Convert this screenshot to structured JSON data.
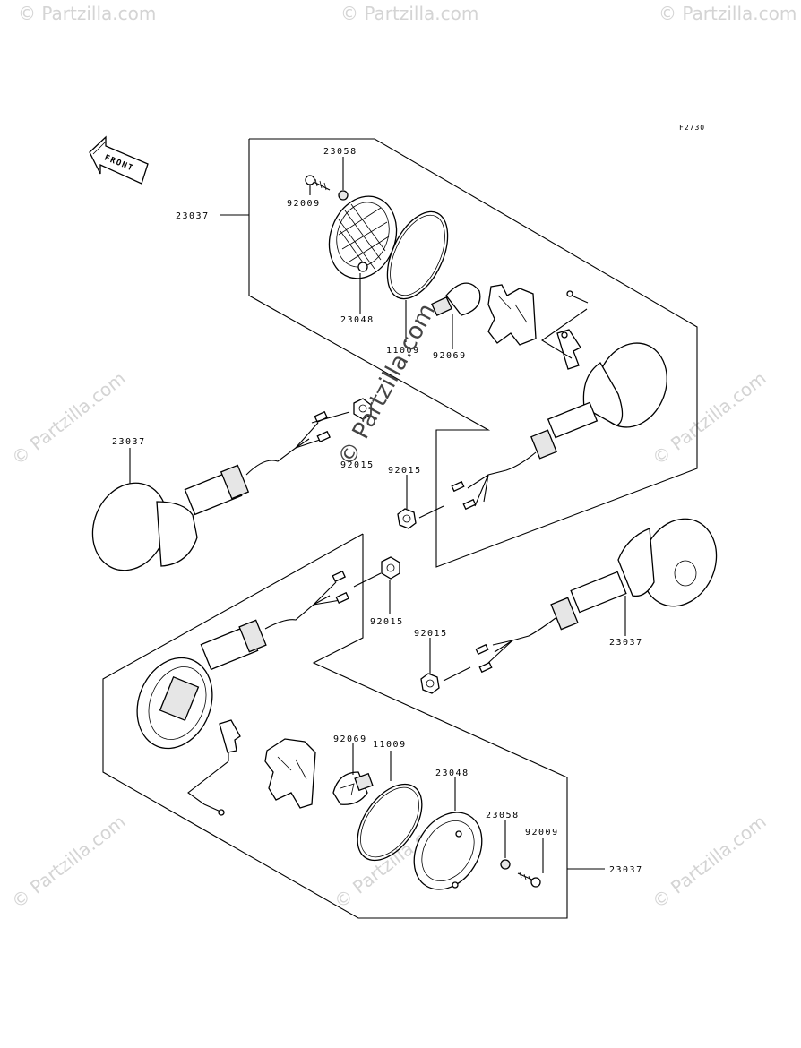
{
  "figure_code": "F2730",
  "front_arrow": {
    "label": "FRONT",
    "icon": "front-arrow-icon"
  },
  "watermarks": {
    "text": "© Partzilla.com",
    "icon": "copyright-icon"
  },
  "callouts": {
    "c_23058_top": "23058",
    "c_92009_top": "92009",
    "c_23037_top": "23037",
    "c_23048_top": "23048",
    "c_11009_top": "11009",
    "c_92069_top": "92069",
    "c_23037_left": "23037",
    "c_92015_a": "92015",
    "c_92015_b": "92015",
    "c_92015_c": "92015",
    "c_92015_d": "92015",
    "c_23037_right": "23037",
    "c_92069_bot": "92069",
    "c_11009_bot": "11009",
    "c_23048_bot": "23048",
    "c_23058_bot": "23058",
    "c_92009_bot": "92009",
    "c_23037_bot": "23037"
  }
}
